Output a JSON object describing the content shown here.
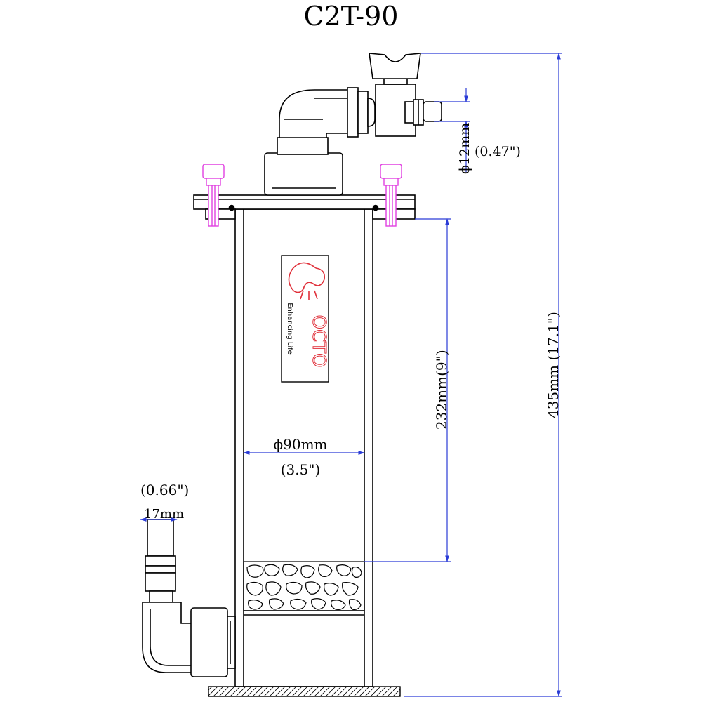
{
  "title": "C2T-90",
  "brand": {
    "name": "OCTO",
    "tagline": "Enhancing Life"
  },
  "dimensions": {
    "outlet_diameter": "ϕ12mm",
    "outlet_diameter_in": "(0.47\")",
    "total_height": "435mm (17.1\")",
    "body_height": "232mm(9\")",
    "body_diameter": "ϕ90mm",
    "body_diameter_in": "(3.5\")",
    "inlet_size_in": "(0.66\")",
    "inlet_size": "17mm"
  },
  "colors": {
    "outline": "#000000",
    "dimension_line": "#2a3bd6",
    "bolt": "#e040e0",
    "logo": "#e0303a"
  }
}
